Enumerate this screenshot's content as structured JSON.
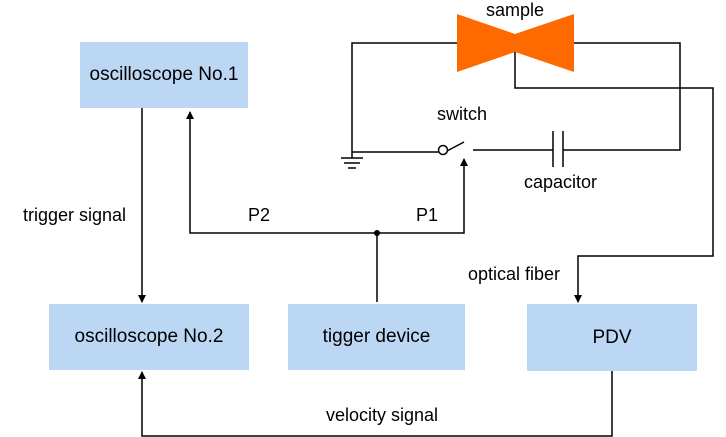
{
  "boxes": {
    "osc1": "oscilloscope No.1",
    "osc2": "oscilloscope No.2",
    "trigger": "tigger device",
    "pdv": "PDV"
  },
  "labels": {
    "sample": "sample",
    "switch": "switch",
    "capacitor": "capacitor",
    "trigger_signal": "trigger signal",
    "p1": "P1",
    "p2": "P2",
    "optical_fiber": "optical fiber",
    "velocity_signal": "velocity signal"
  },
  "colors": {
    "box_fill": "#bcd7f3",
    "sample_fill": "#ff6a00",
    "line": "#000000"
  }
}
